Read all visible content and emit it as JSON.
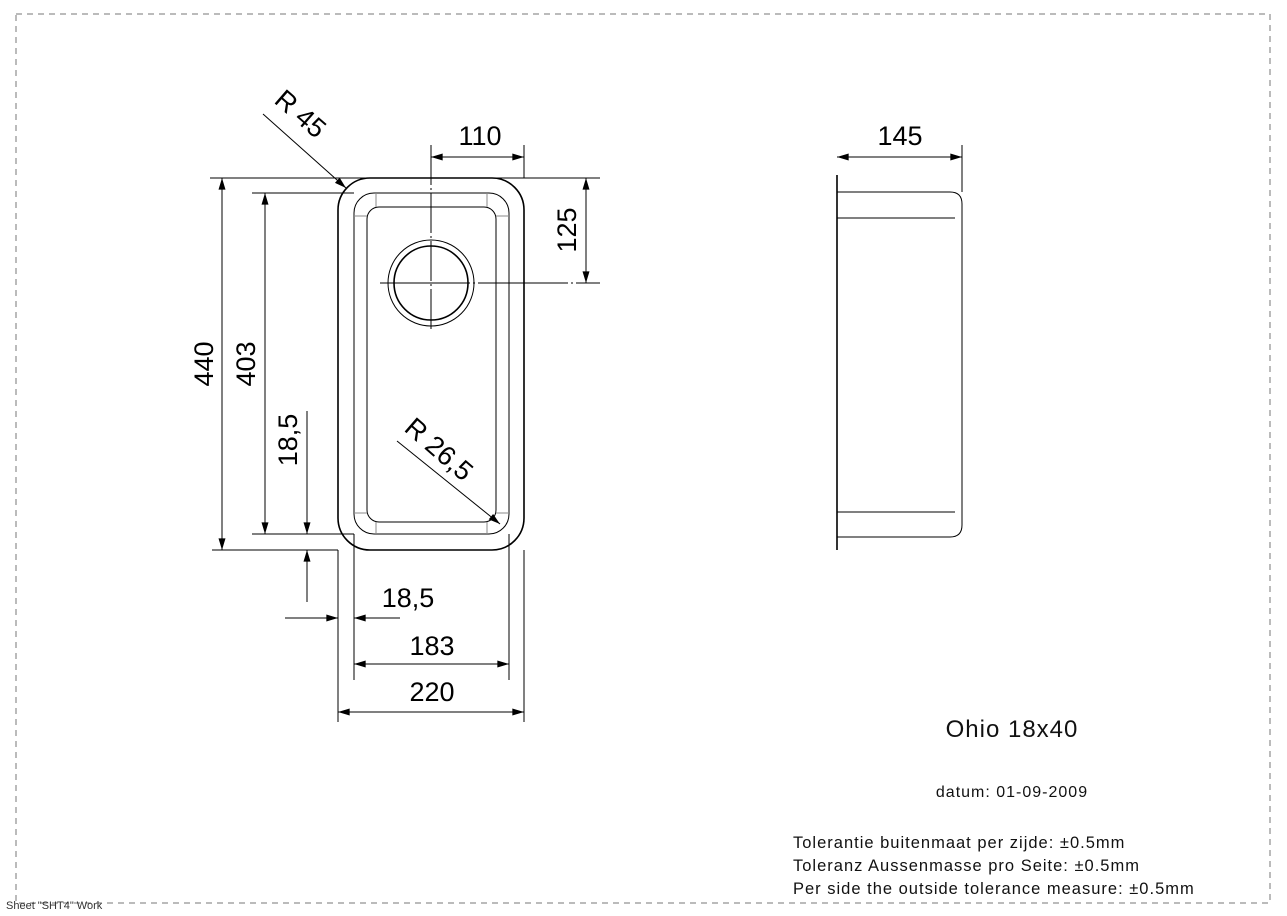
{
  "drawing": {
    "title": "Ohio 18x40",
    "date": "datum: 01-09-2009",
    "sheet_label": "Sheet \"SHT4\" Work",
    "tolerances": [
      "Tolerantie buitenmaat per zijde: ±0.5mm",
      "Toleranz Aussenmasse pro Seite: ±0.5mm",
      "Per side the outside tolerance measure: ±0.5mm"
    ]
  },
  "dimensions": {
    "radius_outer": "R 45",
    "radius_inner": "R 26,5",
    "drain_offset_x": "110",
    "drain_offset_y": "125",
    "outer_length": "440",
    "inner_length": "403",
    "rim_vertical": "18,5",
    "rim_horizontal": "18,5",
    "inner_width": "183",
    "outer_width": "220",
    "depth": "145"
  }
}
